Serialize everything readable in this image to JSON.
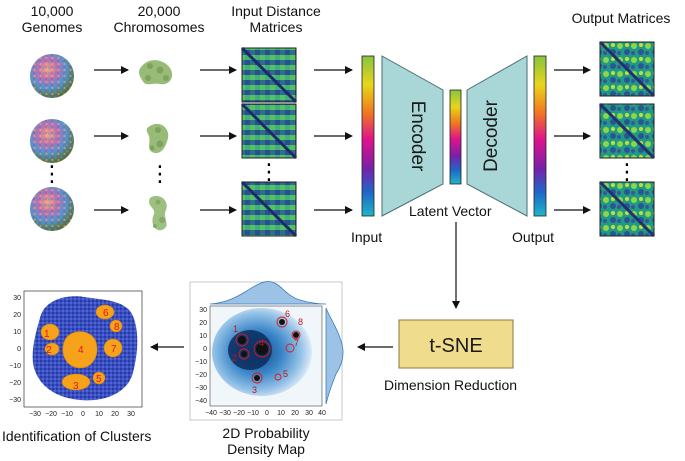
{
  "headers": {
    "genomes": [
      "10,000",
      "Genomes"
    ],
    "chromosomes": [
      "20,000",
      "Chromosomes"
    ],
    "input_matrices": [
      "Input Distance",
      "Matrices"
    ],
    "output_matrices": "Output Matrices"
  },
  "network": {
    "encoder": "Encoder",
    "decoder": "Decoder",
    "latent_vector": "Latent Vector",
    "input": "Input",
    "output": "Output"
  },
  "tsne": {
    "box_label": "t-SNE",
    "caption": "Dimension Reduction"
  },
  "density_map": {
    "caption": [
      "2D Probability",
      "Density Map"
    ],
    "x_ticks": [
      "−40",
      "−30",
      "−20",
      "−10",
      "0",
      "10",
      "20",
      "30",
      "40"
    ],
    "y_ticks": [
      "30",
      "20",
      "10",
      "0",
      "−10",
      "−20",
      "−30",
      "−40"
    ],
    "cluster_labels": [
      "1",
      "2",
      "3",
      "4",
      "5",
      "6",
      "7",
      "8"
    ]
  },
  "clusters_plot": {
    "caption": "Identification of Clusters",
    "x_ticks": [
      "−30",
      "−20",
      "−10",
      "0",
      "10",
      "20",
      "30"
    ],
    "y_ticks": [
      "30",
      "20",
      "10",
      "0",
      "−10",
      "−20",
      "−30"
    ],
    "cluster_labels": [
      "1",
      "2",
      "3",
      "4",
      "5",
      "6",
      "7",
      "8"
    ]
  },
  "ellipsis": "⋮",
  "colors": {
    "encoder_fill": "#a9d6d6",
    "tsne_fill": "#efdc8c",
    "cluster_orange": "#f7a21b",
    "scatter_blue": "#1b2ea8",
    "label_red": "#e0151b"
  }
}
